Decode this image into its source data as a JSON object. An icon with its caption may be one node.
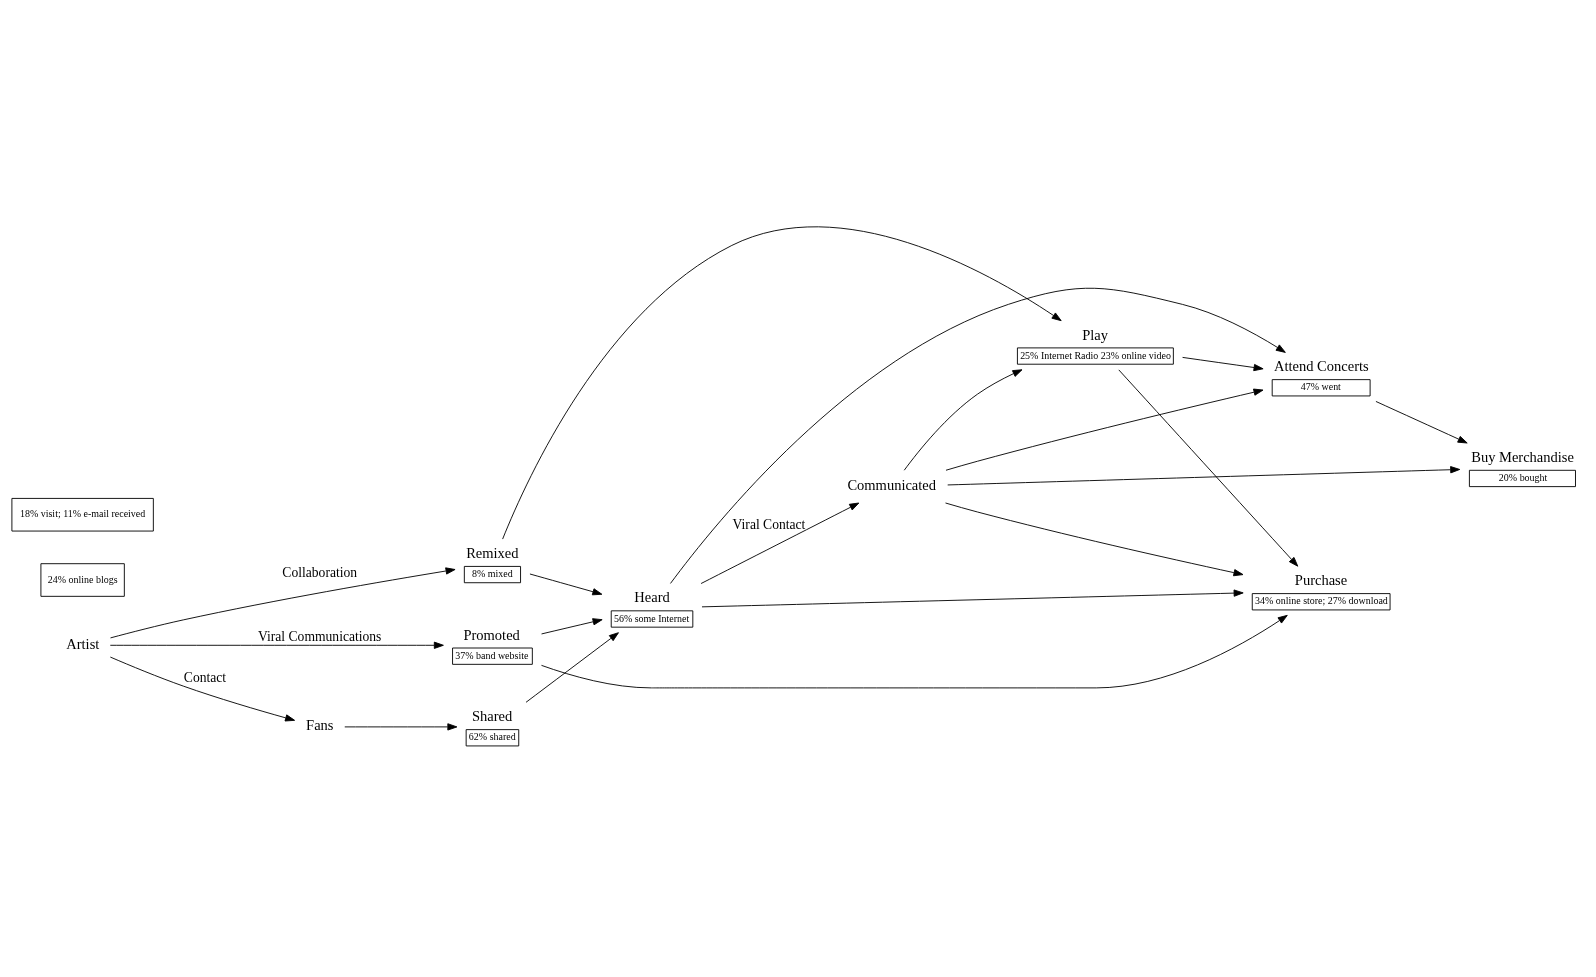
{
  "diagram": {
    "nodes": [
      {
        "text": [
          "Artist"
        ]
      },
      {
        "text": [
          "Remixed",
          "8% mixed"
        ]
      },
      {
        "text": [
          "Promoted",
          "37% band website"
        ]
      },
      {
        "text": [
          "Fans"
        ]
      },
      {
        "text": [
          "Shared",
          "62% shared"
        ]
      },
      {
        "text": [
          "Heard",
          "56% some Internet"
        ]
      },
      {
        "text": [
          "Play",
          "25% Internet Radio 23% online video"
        ]
      },
      {
        "text": [
          "Purchase",
          "34% online store; 27% download"
        ]
      },
      {
        "text": [
          "Attend Concerts",
          "47% went"
        ]
      },
      {
        "text": [
          "Buy Merchandise",
          "20% bought"
        ]
      },
      {
        "text": [
          "Communicated"
        ]
      },
      {
        "text": [
          "24% online blogs"
        ]
      },
      {
        "text": [
          "18% visit; 11% e-mail received"
        ]
      }
    ],
    "edges": [
      {
        "from": 0,
        "to": 1,
        "arrow": "to",
        "label": "Collaboration"
      },
      {
        "from": 0,
        "to": 2,
        "arrow": "to",
        "label": "Viral Communications"
      },
      {
        "from": 0,
        "to": 3,
        "arrow": "to",
        "label": "Contact"
      },
      {
        "from": 1,
        "to": 6,
        "arrow": "to"
      },
      {
        "from": 1,
        "to": 5,
        "arrow": "to"
      },
      {
        "from": 2,
        "to": 7,
        "arrow": "to"
      },
      {
        "from": 2,
        "to": 5,
        "arrow": "to"
      },
      {
        "from": 3,
        "to": 4,
        "arrow": "to"
      },
      {
        "from": 4,
        "to": 5,
        "arrow": "to"
      },
      {
        "from": 6,
        "to": 7,
        "arrow": "to"
      },
      {
        "from": 6,
        "to": 8,
        "arrow": "to"
      },
      {
        "from": 5,
        "to": 7,
        "arrow": "to"
      },
      {
        "from": 5,
        "to": 8,
        "arrow": "to"
      },
      {
        "from": 5,
        "to": 10,
        "arrow": "to",
        "label": "Viral Contact"
      },
      {
        "from": 10,
        "to": 6,
        "arrow": "to"
      },
      {
        "from": 10,
        "to": 7,
        "arrow": "to"
      },
      {
        "from": 10,
        "to": 8,
        "arrow": "to"
      },
      {
        "from": 10,
        "to": 9,
        "arrow": "to"
      },
      {
        "from": 8,
        "to": 9,
        "arrow": "to"
      }
    ]
  }
}
